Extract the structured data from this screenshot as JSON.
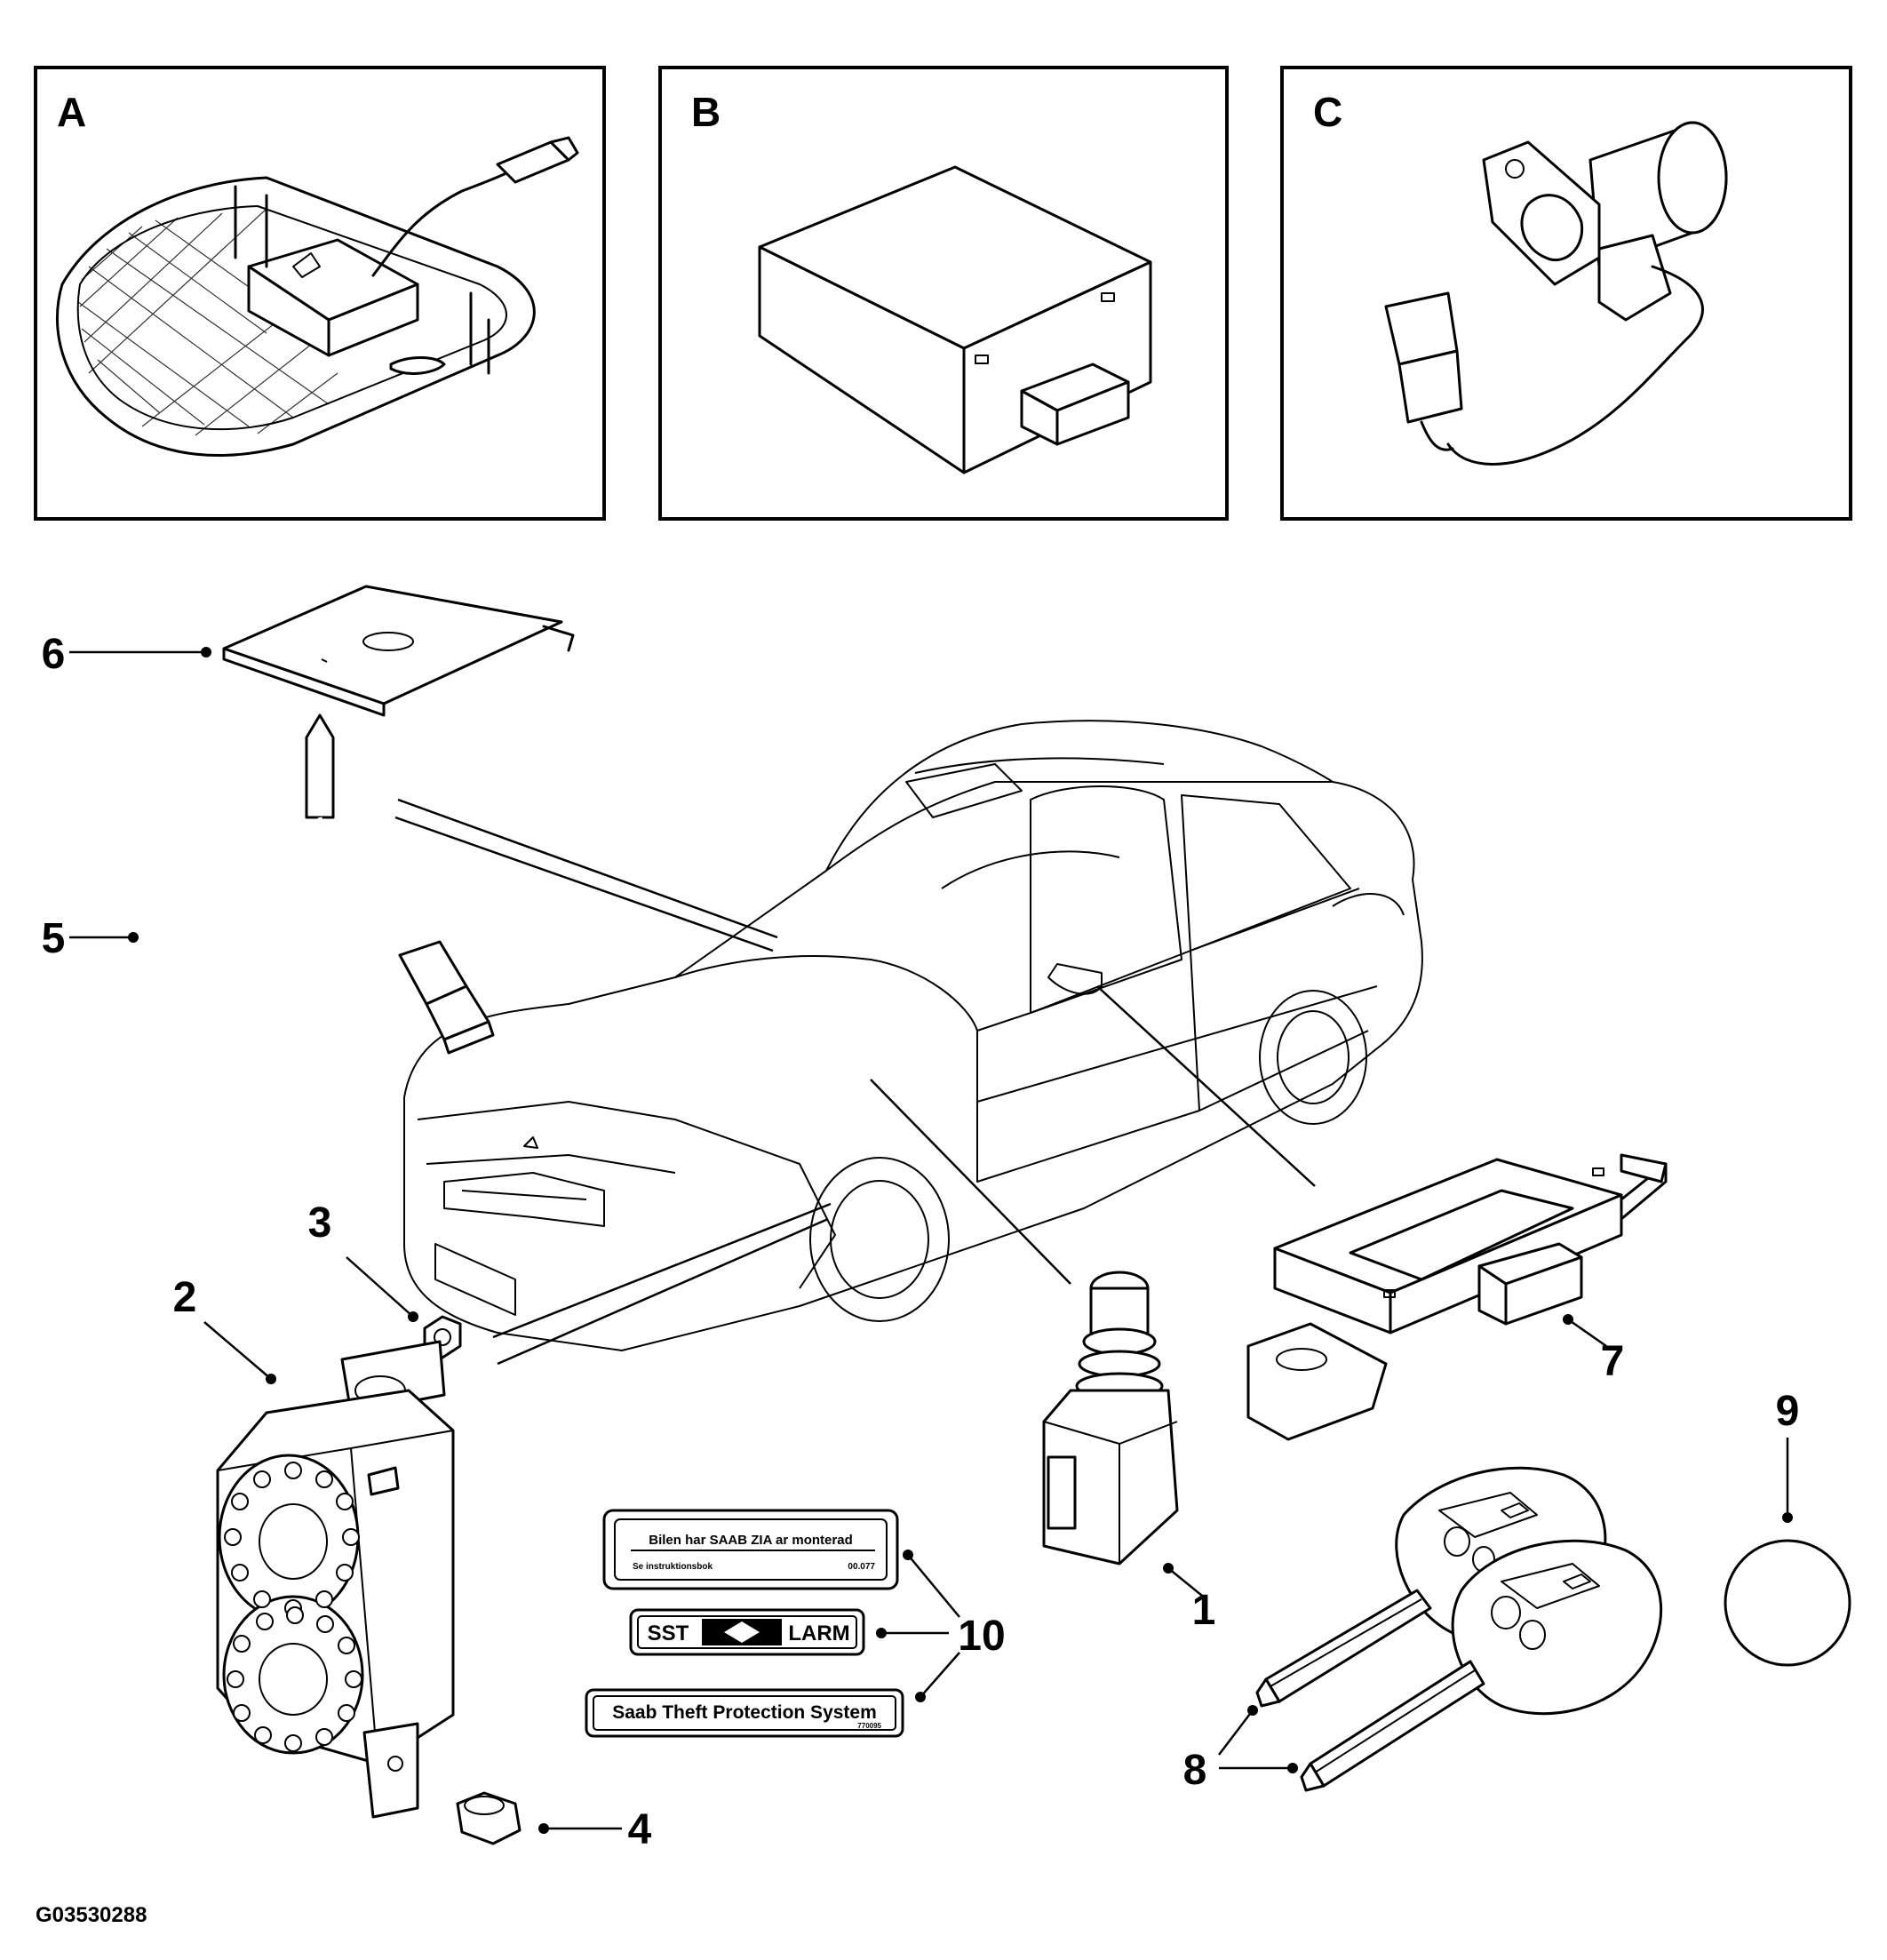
{
  "panels": {
    "a": {
      "letter": "A"
    },
    "b": {
      "letter": "B"
    },
    "c": {
      "letter": "C"
    }
  },
  "callouts": {
    "c1": "1",
    "c2": "2",
    "c3": "3",
    "c4": "4",
    "c5": "5",
    "c6": "6",
    "c7": "7",
    "c8": "8",
    "c9": "9",
    "c10": "10"
  },
  "stickers": {
    "warning_line1": "Bilen har SAAB ZIA ar monterad",
    "warning_line2": "Se instruktionsbok",
    "warning_code": "00.077",
    "larm_left": "SST",
    "larm_right": "LARM",
    "theft_text": "Saab Theft Protection System",
    "theft_code": "770095"
  },
  "figure_id": "G03530288"
}
